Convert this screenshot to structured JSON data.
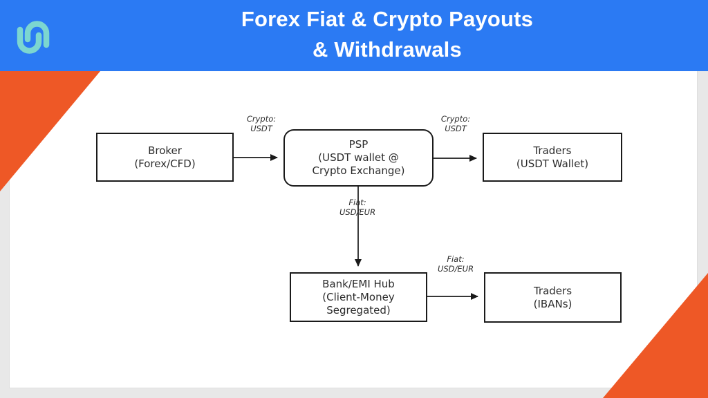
{
  "header": {
    "title_line1": "Forex Fiat & Crypto Payouts",
    "title_line2": "& Withdrawals",
    "logo_icon": "interlocked-s-mark"
  },
  "diagram": {
    "nodes": [
      {
        "id": "broker",
        "shape": "rectangle",
        "label": "Broker\n(Forex/CFD)"
      },
      {
        "id": "psp",
        "shape": "rounded",
        "label": "PSP\n(USDT wallet @\nCrypto Exchange)"
      },
      {
        "id": "traders_usdt",
        "shape": "rectangle",
        "label": "Traders\n(USDT Wallet)"
      },
      {
        "id": "bank_emi",
        "shape": "rectangle",
        "label": "Bank/EMI Hub\n(Client-Money\nSegregated)"
      },
      {
        "id": "traders_ibans",
        "shape": "rectangle",
        "label": "Traders\n(IBANs)"
      }
    ],
    "edges": [
      {
        "from": "broker",
        "to": "psp",
        "label": "Crypto:\nUSDT"
      },
      {
        "from": "psp",
        "to": "traders_usdt",
        "label": "Crypto:\nUSDT"
      },
      {
        "from": "psp",
        "to": "bank_emi",
        "label": "Fiat:\nUSD/EUR"
      },
      {
        "from": "bank_emi",
        "to": "traders_ibans",
        "label": "Fiat:\nUSD/EUR"
      }
    ]
  },
  "colors": {
    "header_blue": "#2b7af3",
    "accent_orange": "#ee5826",
    "logo_teal": "#7cd6d0",
    "frame_gray": "#e8e8e8",
    "line_dark": "#1a1a1a",
    "text_dark": "#2b2b2b",
    "node_bg": "#ffffff"
  }
}
